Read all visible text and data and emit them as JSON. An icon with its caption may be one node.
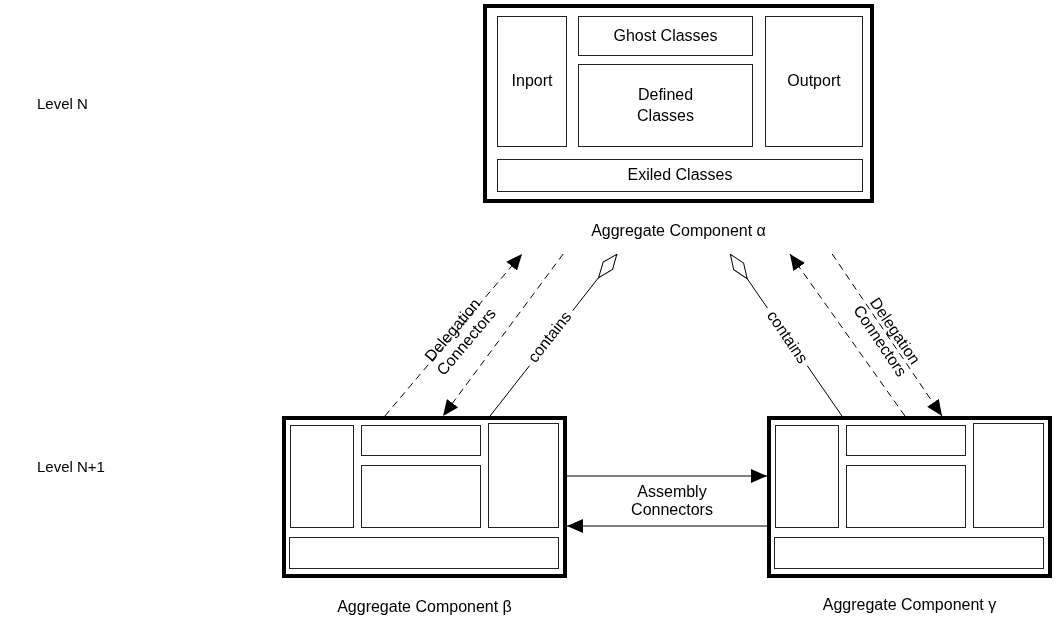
{
  "diagram": {
    "nodes": [
      {
        "text": [
          "Aggregate Component α"
        ]
      },
      {
        "text": [
          "Inport"
        ],
        "in": 0
      },
      {
        "text": [
          "Ghost Classes"
        ],
        "in": 0
      },
      {
        "text": [
          "Defined Classes"
        ],
        "in": 0
      },
      {
        "text": [
          "Outport"
        ],
        "in": 0
      },
      {
        "text": [
          "Exiled Classes"
        ],
        "in": 0
      },
      {
        "text": [
          "Aggregate Component β"
        ]
      },
      {
        "text": [],
        "shape": "box",
        "in": 6
      },
      {
        "text": [],
        "shape": "box",
        "in": 6
      },
      {
        "text": [],
        "shape": "box",
        "in": 6
      },
      {
        "text": [],
        "shape": "box",
        "in": 6
      },
      {
        "text": [],
        "shape": "box",
        "in": 6
      },
      {
        "text": [
          "Aggregate Component γ"
        ]
      },
      {
        "text": [],
        "shape": "box",
        "in": 12
      },
      {
        "text": [],
        "shape": "box",
        "in": 12
      },
      {
        "text": [],
        "shape": "box",
        "in": 12
      },
      {
        "text": [],
        "shape": "box",
        "in": 12
      },
      {
        "text": [],
        "shape": "box",
        "in": 12
      }
    ],
    "edges": [
      {
        "from": 6,
        "to": 0,
        "arrow": "to",
        "style": "dashed",
        "label": "Delegation Connectors"
      },
      {
        "from": 0,
        "to": 6,
        "arrow": "to",
        "style": "dashed"
      },
      {
        "from": 0,
        "to": 6,
        "arrow": "other",
        "label": "contains"
      },
      {
        "from": 0,
        "to": 12,
        "arrow": "other",
        "label": "contains"
      },
      {
        "from": 12,
        "to": 0,
        "arrow": "to",
        "style": "dashed"
      },
      {
        "from": 0,
        "to": 12,
        "arrow": "to",
        "style": "dashed",
        "label": "Delegation Connectors"
      },
      {
        "from": 6,
        "to": 12,
        "arrow": "to",
        "label": "Assembly Connectors"
      },
      {
        "from": 12,
        "to": 6,
        "arrow": "to"
      }
    ],
    "labels": [
      "Level N",
      "Level N+1"
    ]
  }
}
